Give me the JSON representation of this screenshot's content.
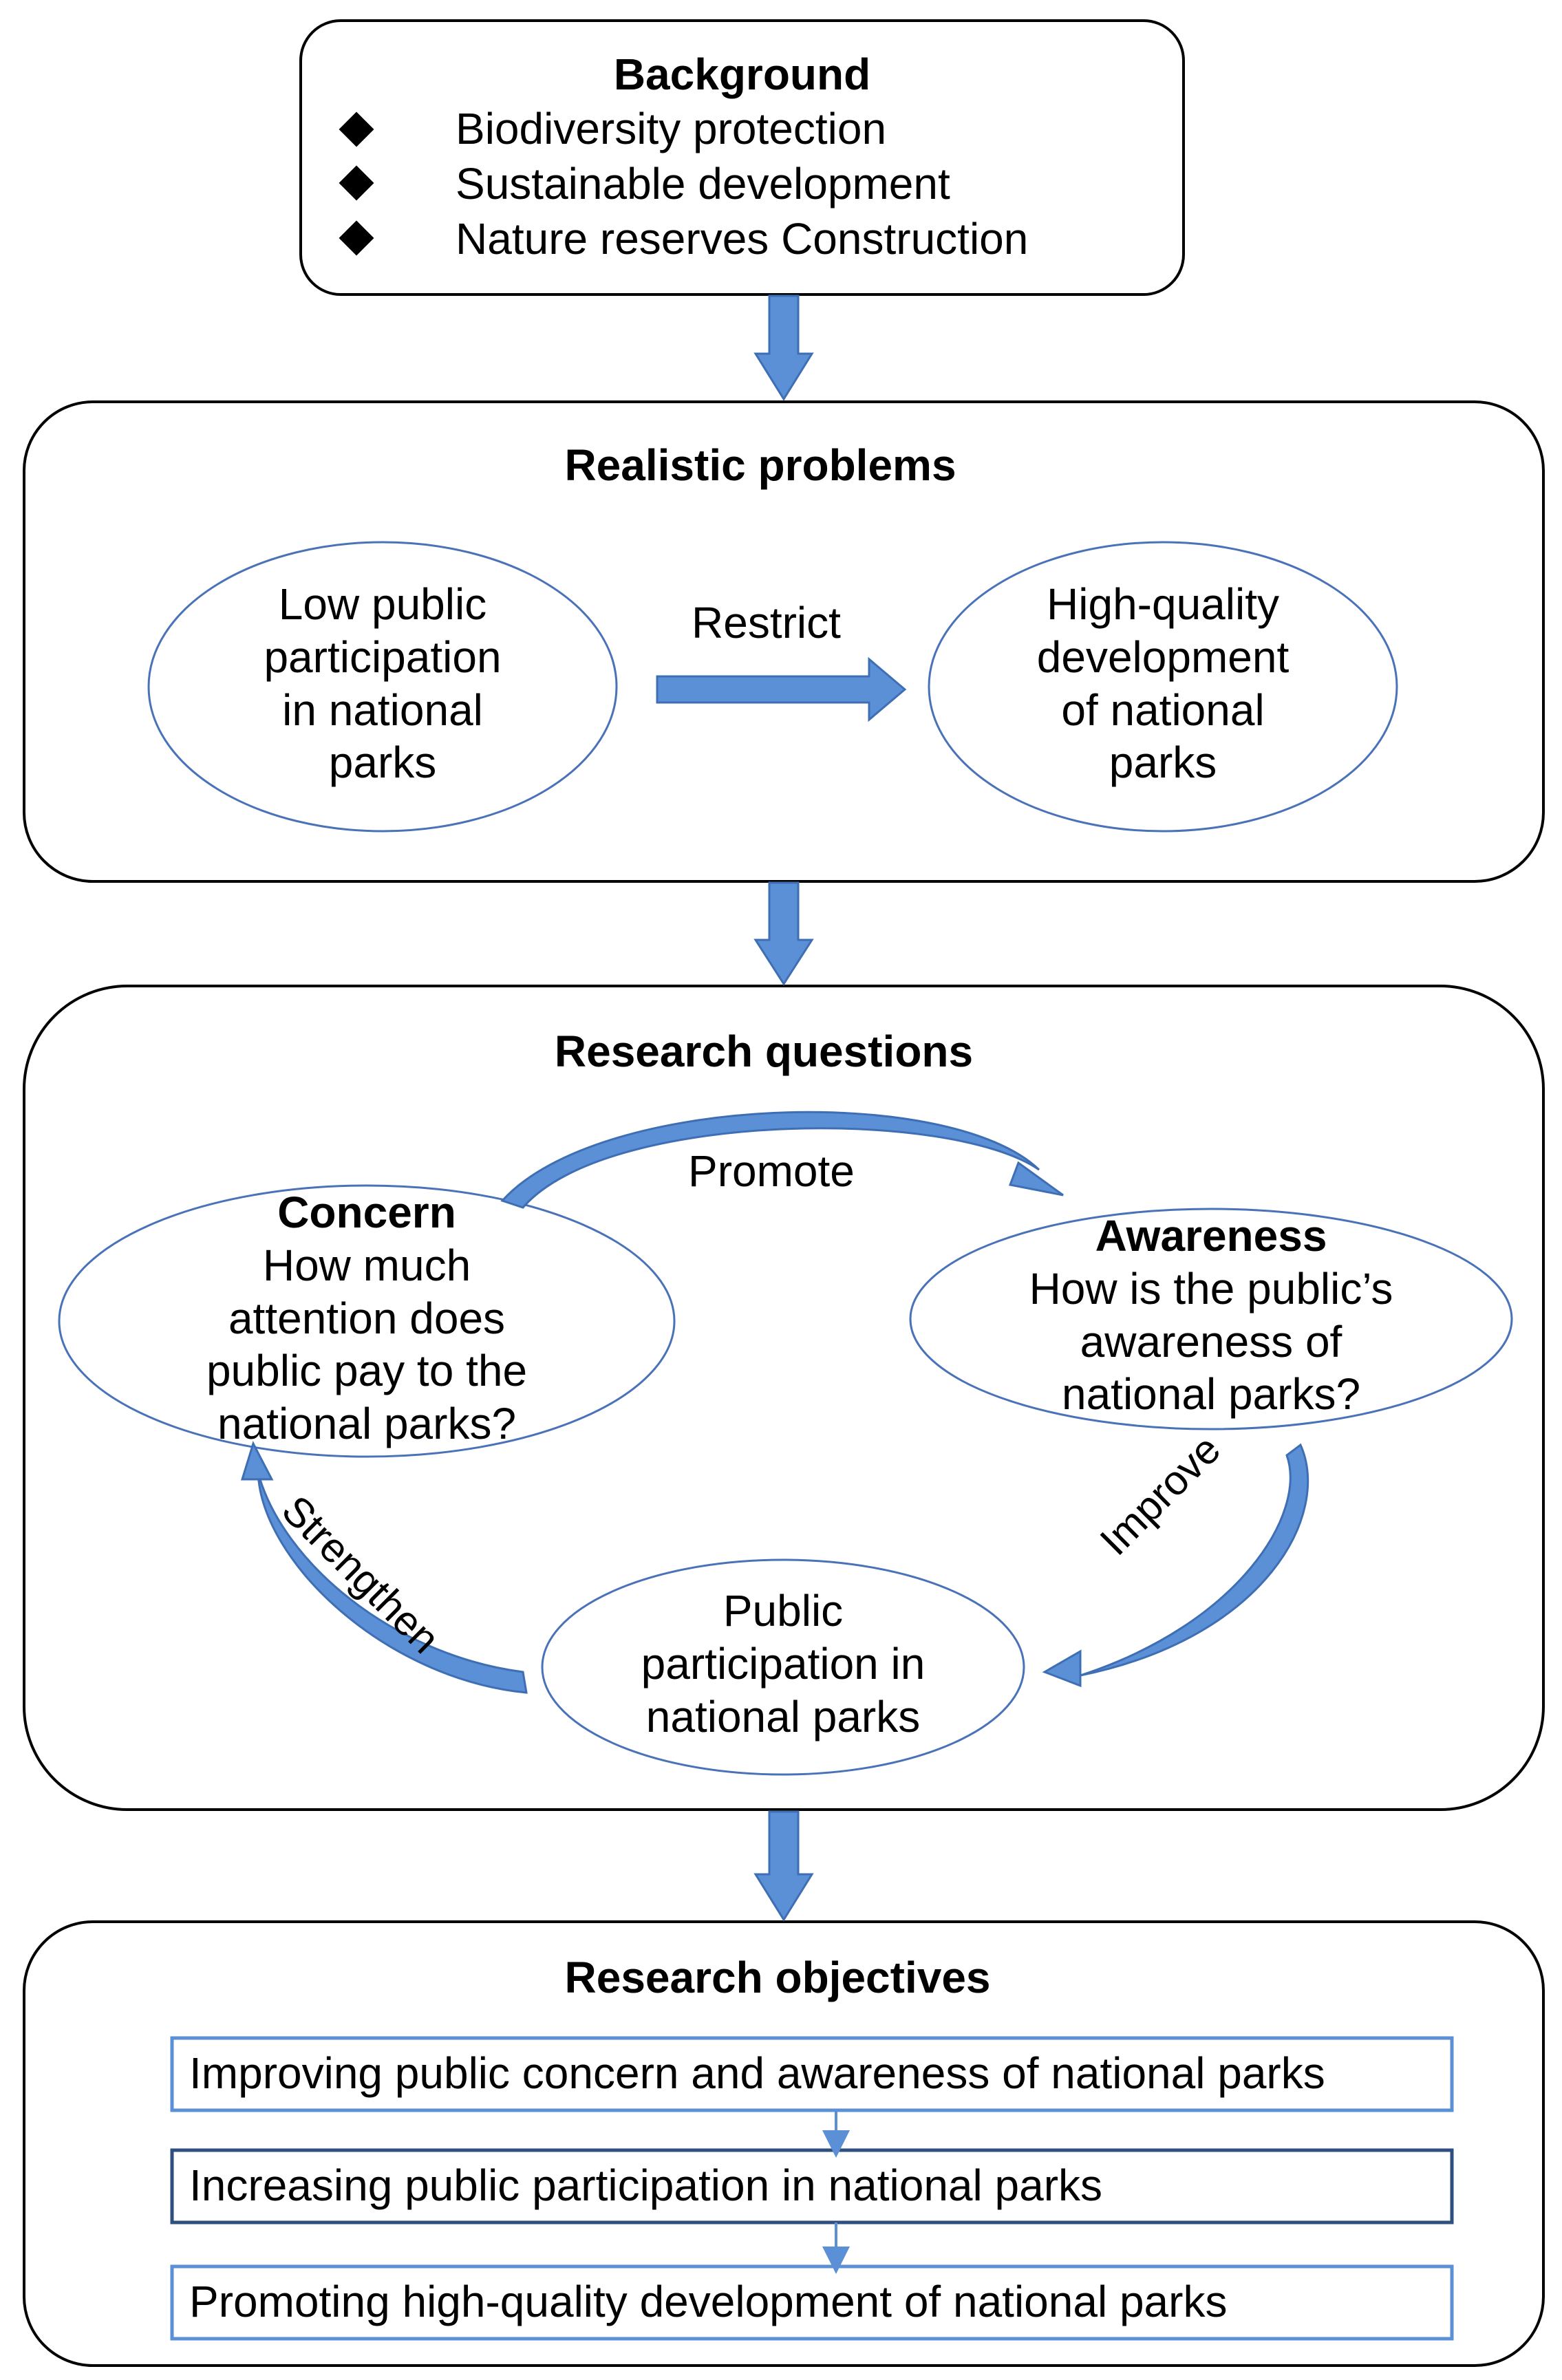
{
  "background": {
    "title": "Background",
    "items": [
      "Biodiversity protection",
      "Sustainable development",
      "Nature reserves Construction"
    ]
  },
  "problems": {
    "title": "Realistic problems",
    "left_ellipse": [
      "Low public",
      "participation",
      "in national",
      "parks"
    ],
    "arrow_label": "Restrict",
    "right_ellipse": [
      "High-quality",
      "development",
      "of national",
      "parks"
    ]
  },
  "questions": {
    "title": "Research questions",
    "concern": {
      "title": "Concern",
      "lines": [
        "How much",
        "attention does",
        "public pay to the",
        "national parks?"
      ]
    },
    "awareness": {
      "title": "Awareness",
      "lines": [
        "How is the public’s",
        "awareness of",
        "national parks?"
      ]
    },
    "participation": [
      "Public",
      "participation in",
      "national parks"
    ],
    "promote_label": "Promote",
    "improve_label": "Improve",
    "strengthen_label": "Strengthen"
  },
  "objectives": {
    "title": "Research objectives",
    "items": [
      "Improving public concern and awareness of national parks",
      "Increasing public participation in national parks",
      "Promoting high-quality development of national parks"
    ]
  },
  "colors": {
    "arrow_fill": "#5b8fd6",
    "arrow_stroke": "#3e6fb5",
    "ellipse_stroke": "#4a72b8",
    "box_stroke": "#000000"
  }
}
